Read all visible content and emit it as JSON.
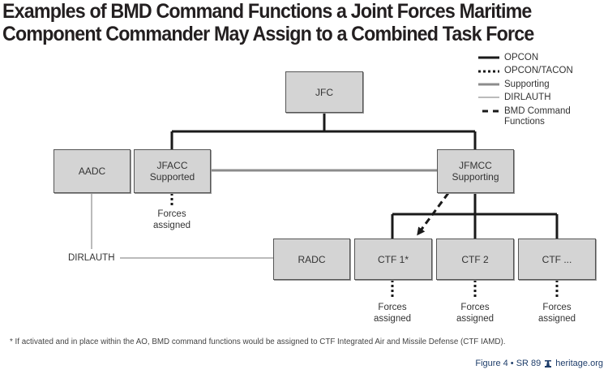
{
  "title": {
    "line1": "Examples of BMD Command Functions a Joint Forces Maritime",
    "line2": "Component Commander May Assign to a Combined Task Force"
  },
  "legend": [
    {
      "style": "solid-thick-black",
      "label": "OPCON"
    },
    {
      "style": "dotted-black",
      "label": "OPCON/TACON"
    },
    {
      "style": "solid-thick-gray",
      "label": "Supporting"
    },
    {
      "style": "solid-thin-gray",
      "label": "DIRLAUTH"
    },
    {
      "style": "dashed-black",
      "label": "BMD Command",
      "label2": "Functions"
    }
  ],
  "nodes": {
    "jfc": {
      "line1": "JFC"
    },
    "aadc": {
      "line1": "AADC"
    },
    "jfacc": {
      "line1": "JFACC",
      "line2": "Supported"
    },
    "jfmcc": {
      "line1": "JFMCC",
      "line2": "Supporting"
    },
    "radc": {
      "line1": "RADC"
    },
    "ctf1": {
      "line1": "CTF 1*"
    },
    "ctf2": {
      "line1": "CTF 2"
    },
    "ctfn": {
      "line1": "CTF ..."
    }
  },
  "forces_label": {
    "line1": "Forces",
    "line2": "assigned"
  },
  "dirlauth_label": "DIRLAUTH",
  "footnote": "* If activated and in place within the AO, BMD command functions would be assigned to CTF Integrated Air and Missile Defense (CTF IAMD).",
  "credit": {
    "figure": "Figure 4 • SR 89",
    "site": "heritage.org"
  },
  "colors": {
    "box_fill": "#d4d4d4",
    "opcon": "#1a1a1a",
    "supporting": "#8c8c8c",
    "dirlauth": "#777777",
    "credit": "#1f3e6b"
  }
}
